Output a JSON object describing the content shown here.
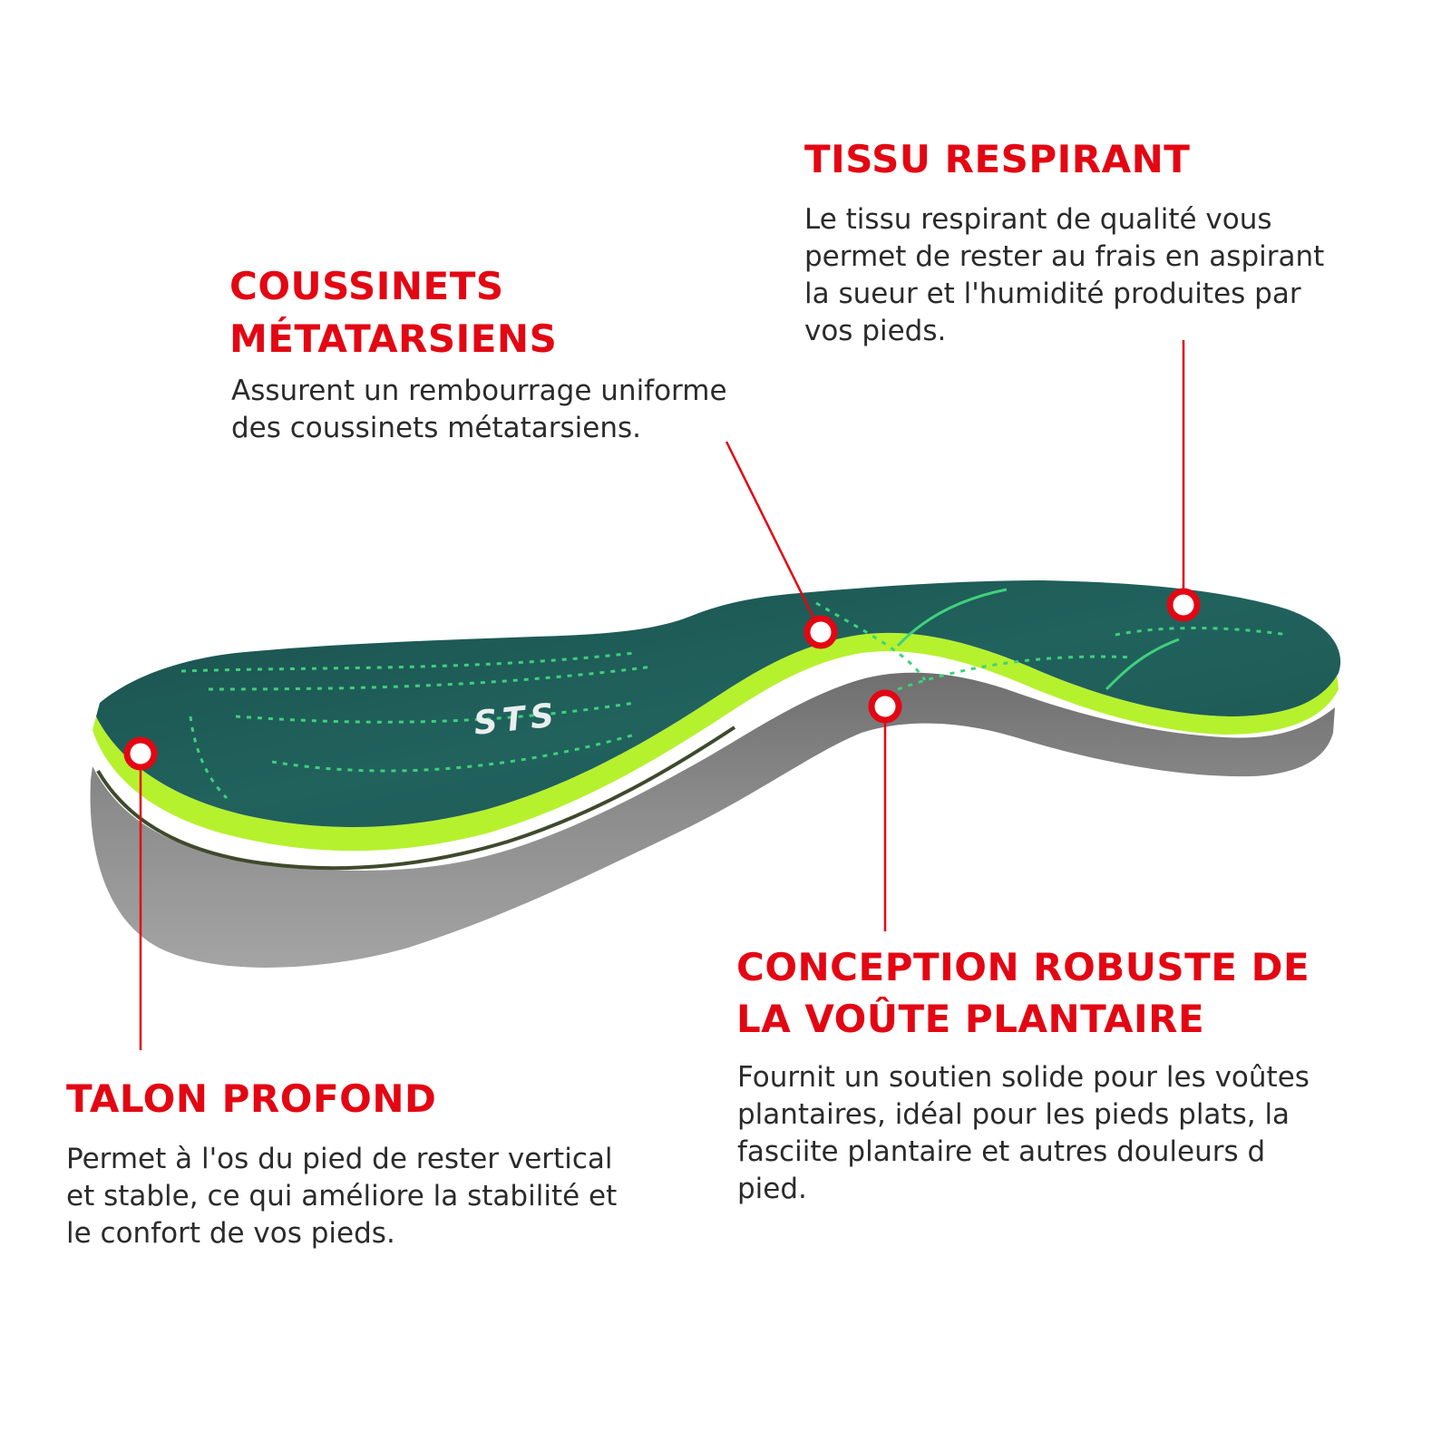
{
  "colors": {
    "accent": "#e30613",
    "text": "#2b2b2b",
    "fabric": "#1f5a56",
    "foam": "#b8f22f",
    "base": "#8d8d8d"
  },
  "brand": {
    "logo_text": "STS"
  },
  "callouts": {
    "tissu": {
      "title": "TISSU RESPIRANT",
      "lines": [
        "Le tissu respirant de qualité vous",
        "permet de rester au frais en aspirant",
        "la sueur et l'humidité produites par",
        "vos pieds."
      ]
    },
    "coussinets": {
      "title_lines": [
        "COUSSINETS",
        "MÉTATARSIENS"
      ],
      "lines": [
        "Assurent un rembourrage uniforme",
        "des coussinets métatarsiens."
      ]
    },
    "conception": {
      "title_lines": [
        "CONCEPTION ROBUSTE DE",
        "LA VOÛTE PLANTAIRE"
      ],
      "lines": [
        "Fournit un soutien solide pour les voûtes",
        "plantaires, idéal pour les pieds plats, la",
        "fasciite plantaire et autres douleurs d",
        "pied."
      ]
    },
    "talon": {
      "title": "TALON PROFOND",
      "lines": [
        "Permet à l'os du pied de rester vertical",
        "et stable, ce qui améliore la stabilité et",
        "le confort de vos pieds."
      ]
    }
  }
}
